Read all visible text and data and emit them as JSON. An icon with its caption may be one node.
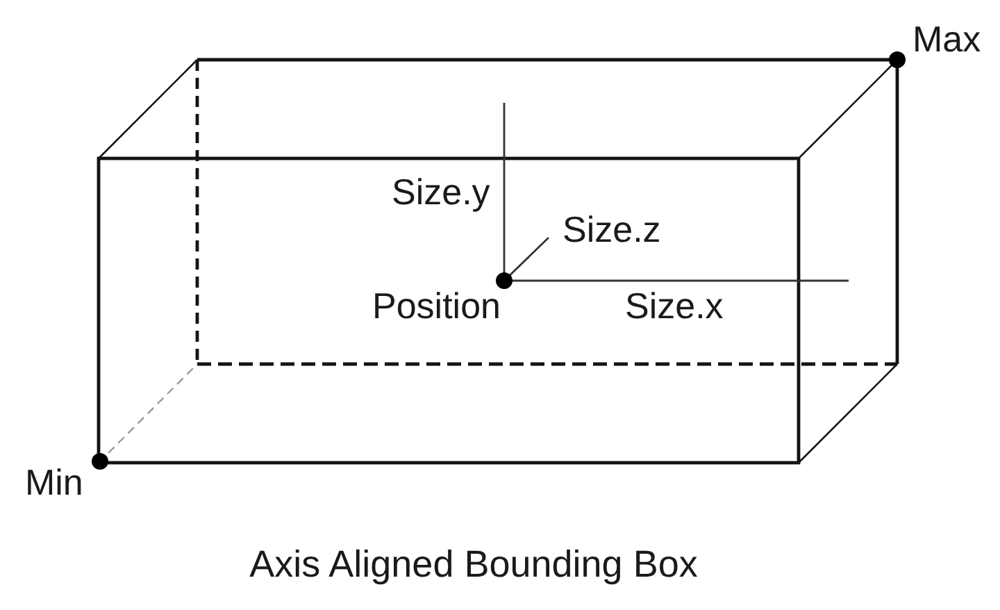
{
  "diagram": {
    "caption": "Axis Aligned Bounding Box",
    "labels": [
      "Max",
      "Size.y",
      "Size.z",
      "Position",
      "Size.x",
      "Min"
    ]
  }
}
